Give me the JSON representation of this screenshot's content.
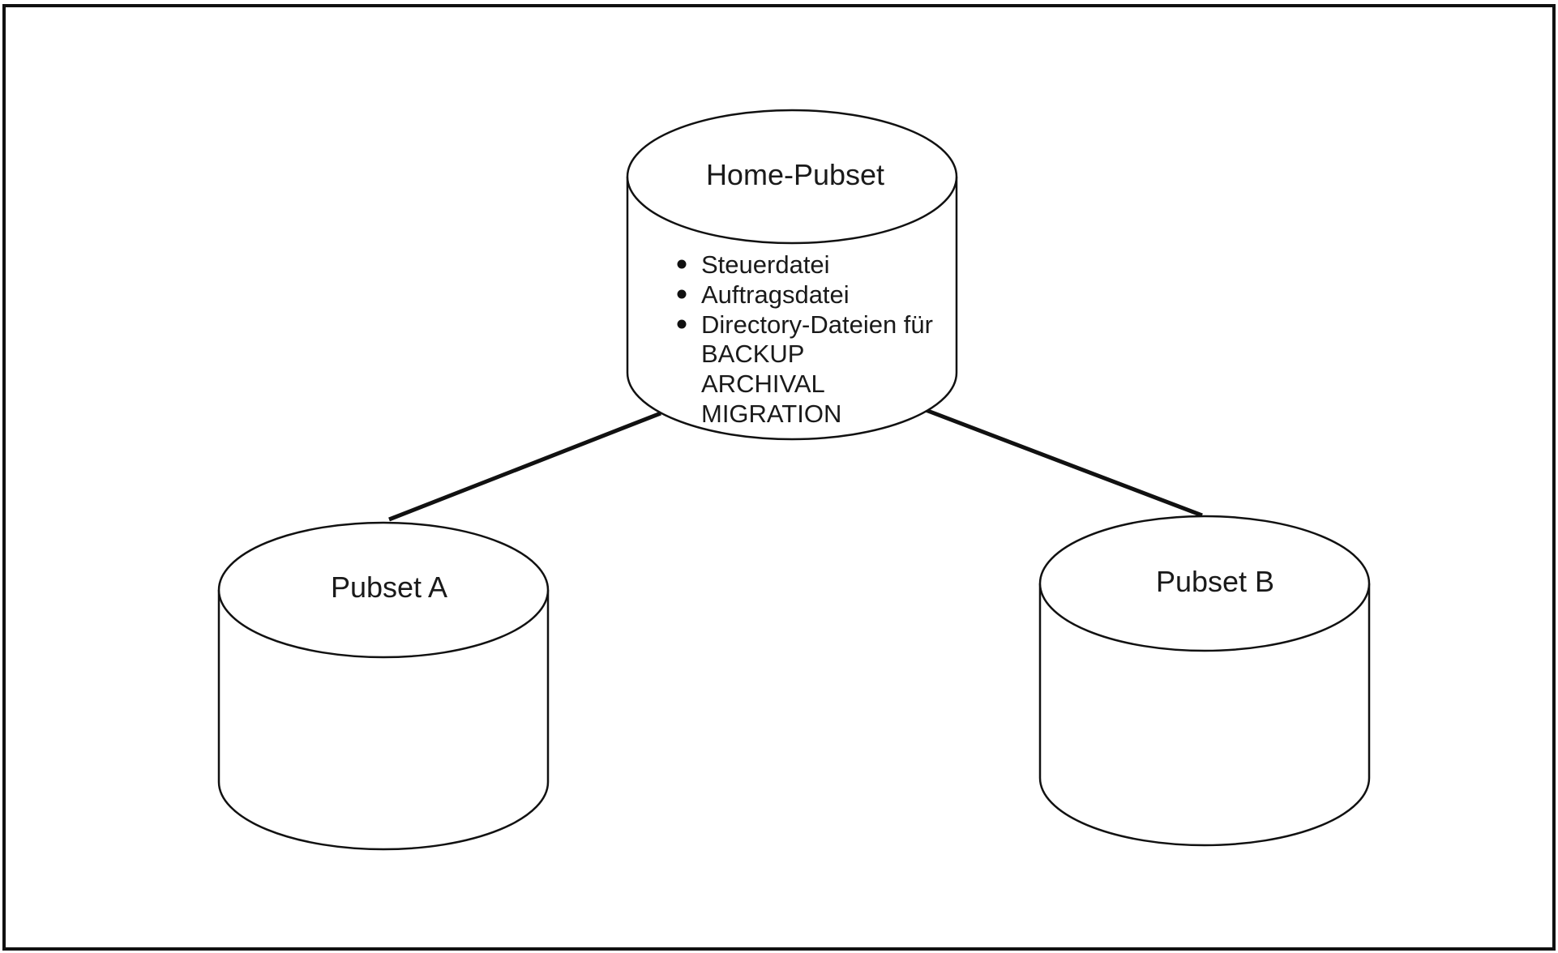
{
  "diagram": {
    "home_pubset": {
      "label": "Home-Pubset",
      "bullets": [
        "Steuerdatei",
        "Auftragsdatei",
        "Directory-Dateien für"
      ],
      "sub_items": [
        "BACKUP",
        "ARCHIVAL",
        "MIGRATION"
      ]
    },
    "pubset_a": {
      "label": "Pubset A"
    },
    "pubset_b": {
      "label": "Pubset B"
    }
  }
}
